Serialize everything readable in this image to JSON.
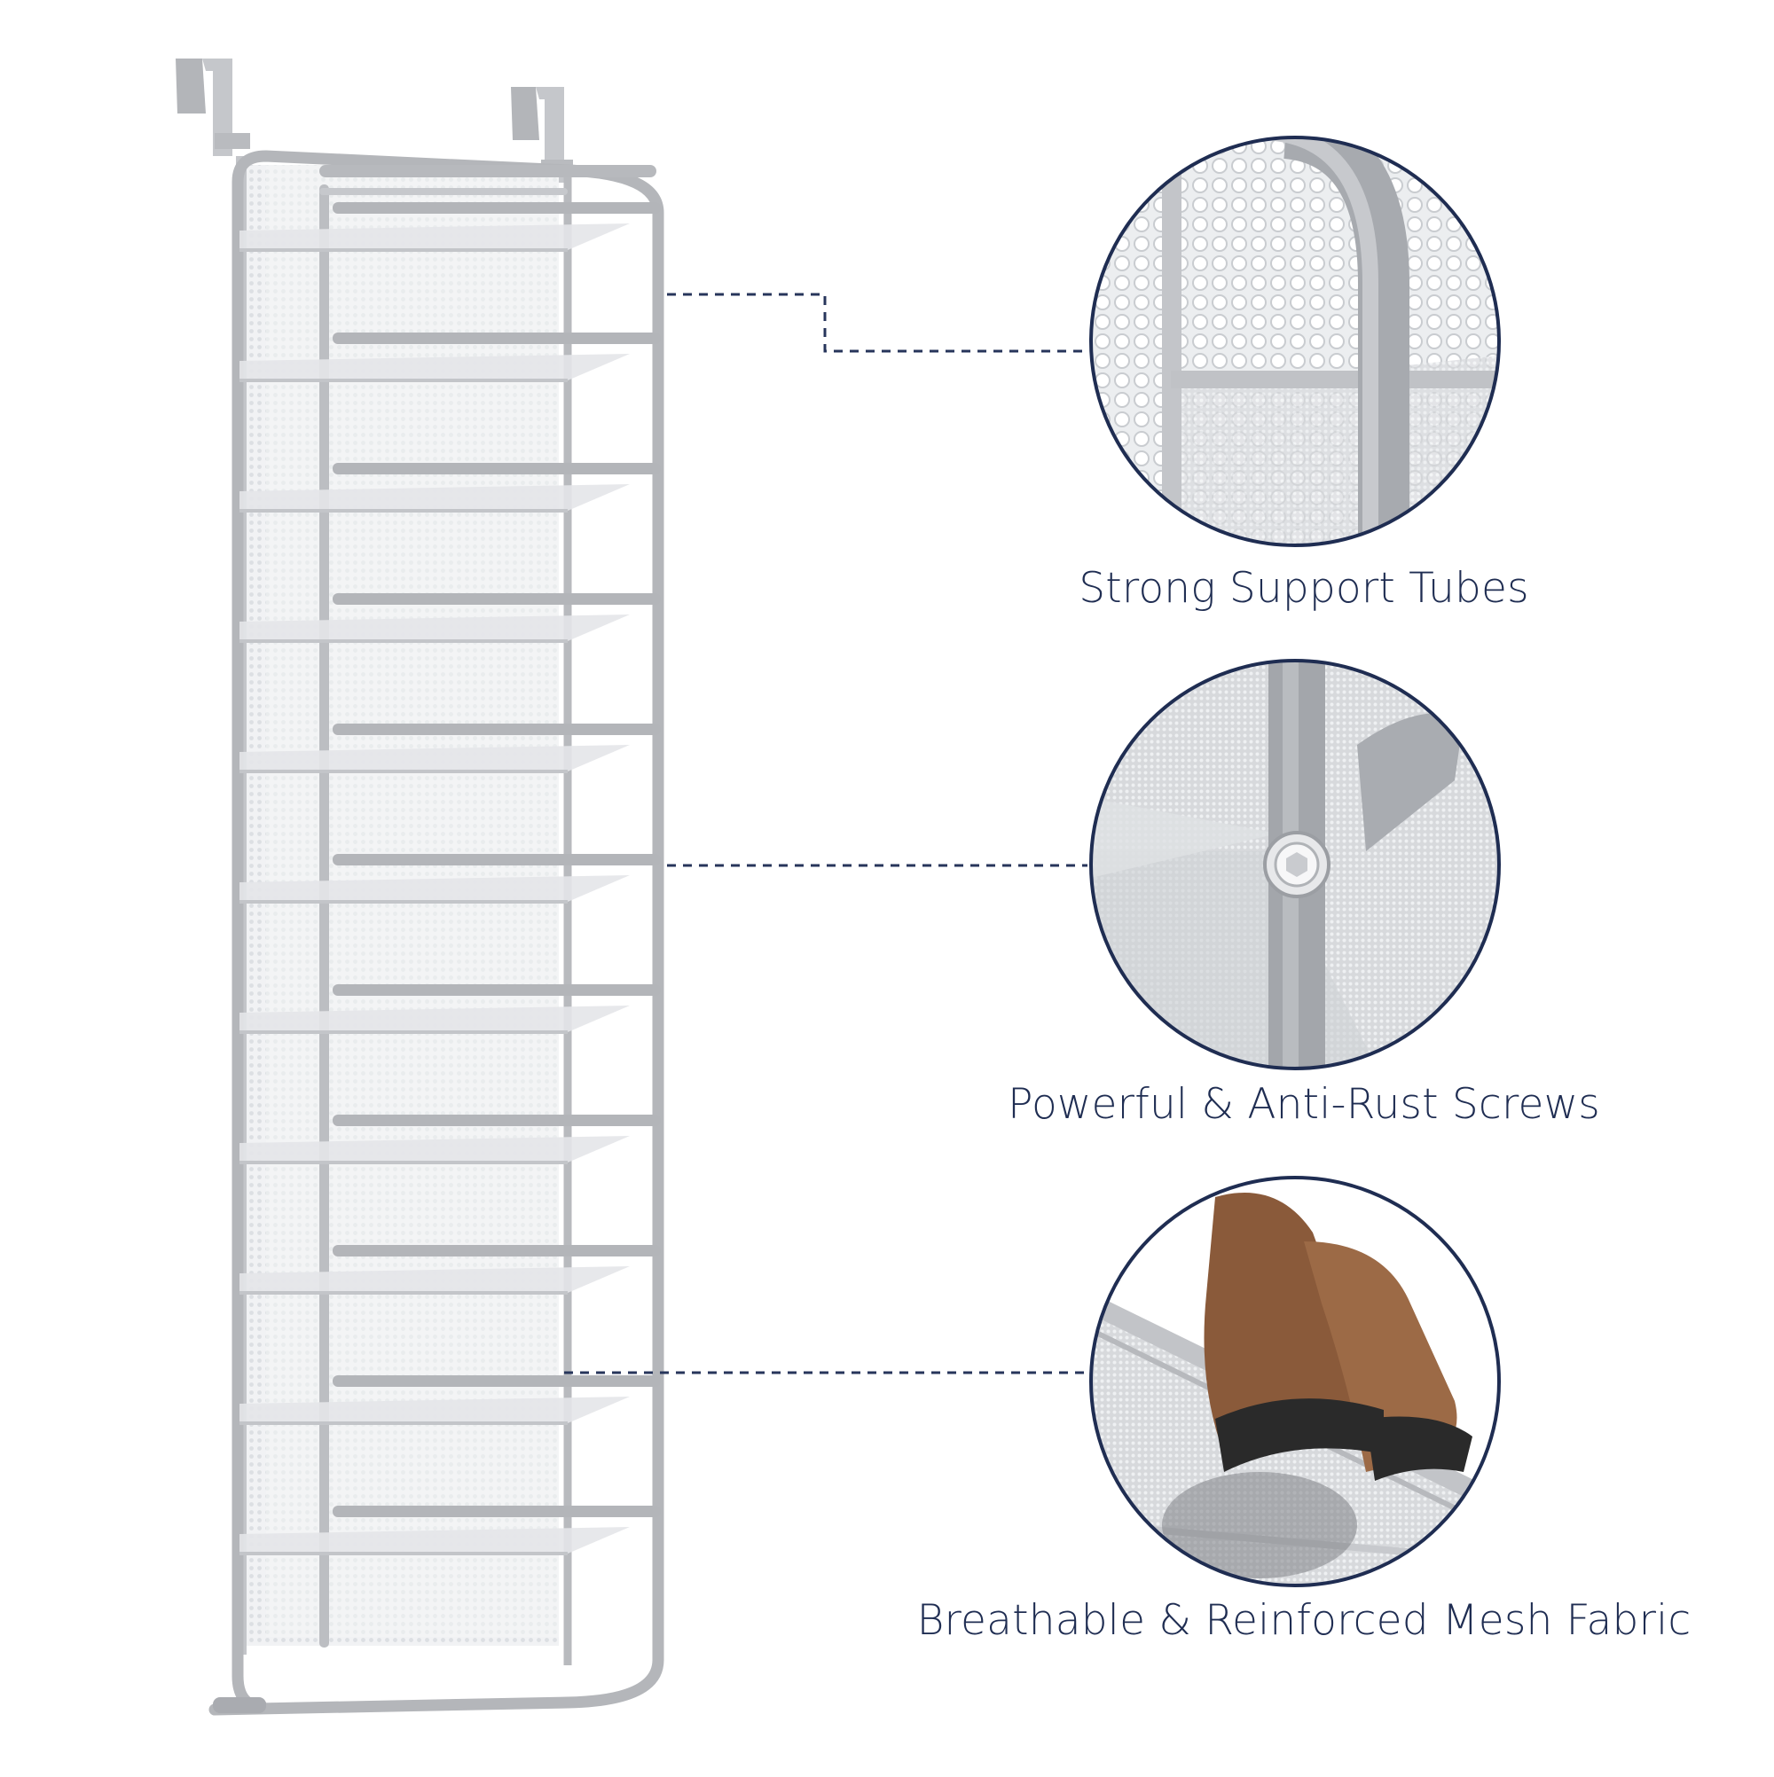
{
  "colors": {
    "background": "#ffffff",
    "frame": "#b7b9bd",
    "frame_dark": "#9ea1a6",
    "mesh": "#eef0f2",
    "callout_line": "#27355b",
    "circle_border": "#1f2d52",
    "caption_text": "#1f2d52",
    "boot": "#8a5a3a",
    "sole": "#2a2a2a"
  },
  "callouts": [
    {
      "caption": "Strong Support Tubes",
      "icon": "support-tube-detail"
    },
    {
      "caption": "Powerful & Anti-Rust Screws",
      "icon": "screw-detail"
    },
    {
      "caption": "Breathable & Reinforced Mesh Fabric",
      "icon": "mesh-with-shoes-detail"
    }
  ]
}
